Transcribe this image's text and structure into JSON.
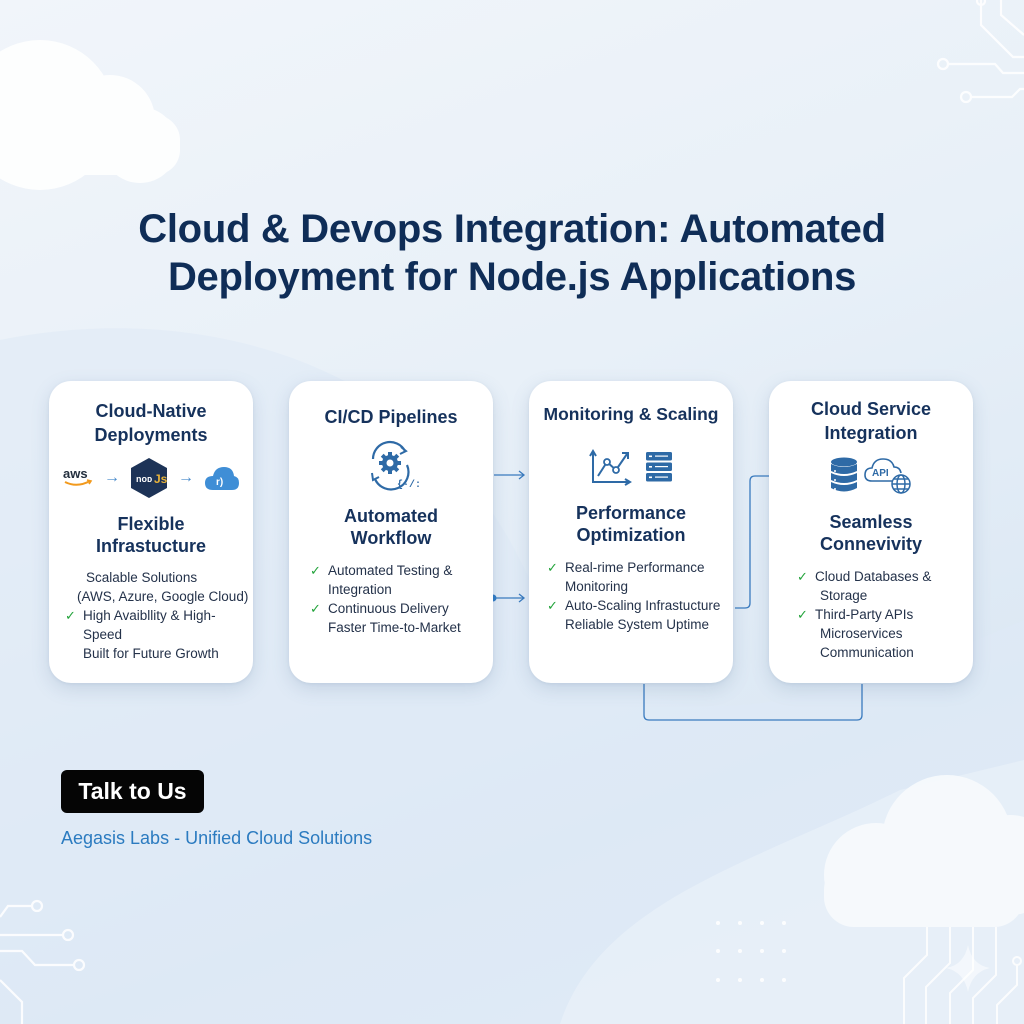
{
  "page": {
    "title_lines": [
      "Cloud & Devops Integration: Automated",
      "Deployment for Node.js Applications"
    ]
  },
  "colors": {
    "title": "#0f2d57",
    "accent_blue": "#2e6aa6",
    "check_green": "#22a33a",
    "cta_background": "#050505",
    "brand_link": "#2b7bc0"
  },
  "cards": [
    {
      "heading": [
        "Cloud-Native",
        "Deployments"
      ],
      "icons": [
        {
          "name": "aws-logo-icon",
          "text": "aws"
        },
        {
          "name": "arrow-right-icon",
          "text": "→"
        },
        {
          "name": "nodejs-logo-icon",
          "text": "noᴅJs"
        },
        {
          "name": "arrow-right-icon",
          "text": "→"
        },
        {
          "name": "cloud-icon",
          "text": "r)"
        }
      ],
      "subheading": [
        "Flexible",
        "Infrastucture"
      ],
      "features": [
        {
          "checked": false,
          "text": "Scalable Solutions"
        },
        {
          "checked": false,
          "text": "(AWS, Azure, Google Cloud)"
        },
        {
          "checked": true,
          "text": "High Avaibllity & High-Speed"
        },
        {
          "checked": false,
          "text": "Built for Future Growth"
        }
      ]
    },
    {
      "heading": [
        "CI/CD Pipelines"
      ],
      "icons": [
        {
          "name": "cicd-gear-cycle-icon",
          "text": "{·/:}"
        }
      ],
      "subheading": [
        "Automated",
        "Workflow"
      ],
      "features": [
        {
          "checked": true,
          "text": "Automated Testing &"
        },
        {
          "checked": false,
          "text": "Integration"
        },
        {
          "checked": true,
          "text": "Continuous Delivery"
        },
        {
          "checked": false,
          "text": "Faster Time-to-Market"
        }
      ]
    },
    {
      "heading": [
        "Monitoring & Scaling"
      ],
      "icons": [
        {
          "name": "line-chart-icon",
          "text": ""
        },
        {
          "name": "server-stack-icon",
          "text": ""
        }
      ],
      "subheading": [
        "Performance",
        "Optimization"
      ],
      "features": [
        {
          "checked": true,
          "text": "Real-rime Performance"
        },
        {
          "checked": false,
          "text": "Monitoring"
        },
        {
          "checked": true,
          "text": "Auto-Scaling Infrastucture"
        },
        {
          "checked": false,
          "text": "Reliable System Uptime"
        }
      ]
    },
    {
      "heading": [
        "Cloud Service",
        "Integration"
      ],
      "icons": [
        {
          "name": "database-icon",
          "text": ""
        },
        {
          "name": "cloud-api-globe-icon",
          "text": "API"
        }
      ],
      "subheading": [
        "Seamless",
        "Connevivity"
      ],
      "features": [
        {
          "checked": true,
          "text": "Cloud Databases &"
        },
        {
          "checked": false,
          "text": "Storage"
        },
        {
          "checked": true,
          "text": "Third-Party APIs"
        },
        {
          "checked": false,
          "text": "Microservices"
        },
        {
          "checked": false,
          "text": "Communication"
        }
      ]
    }
  ],
  "cta": {
    "label": "Talk to Us"
  },
  "footer": {
    "brand": "Aegasis Labs - Unified Cloud Solutions"
  }
}
